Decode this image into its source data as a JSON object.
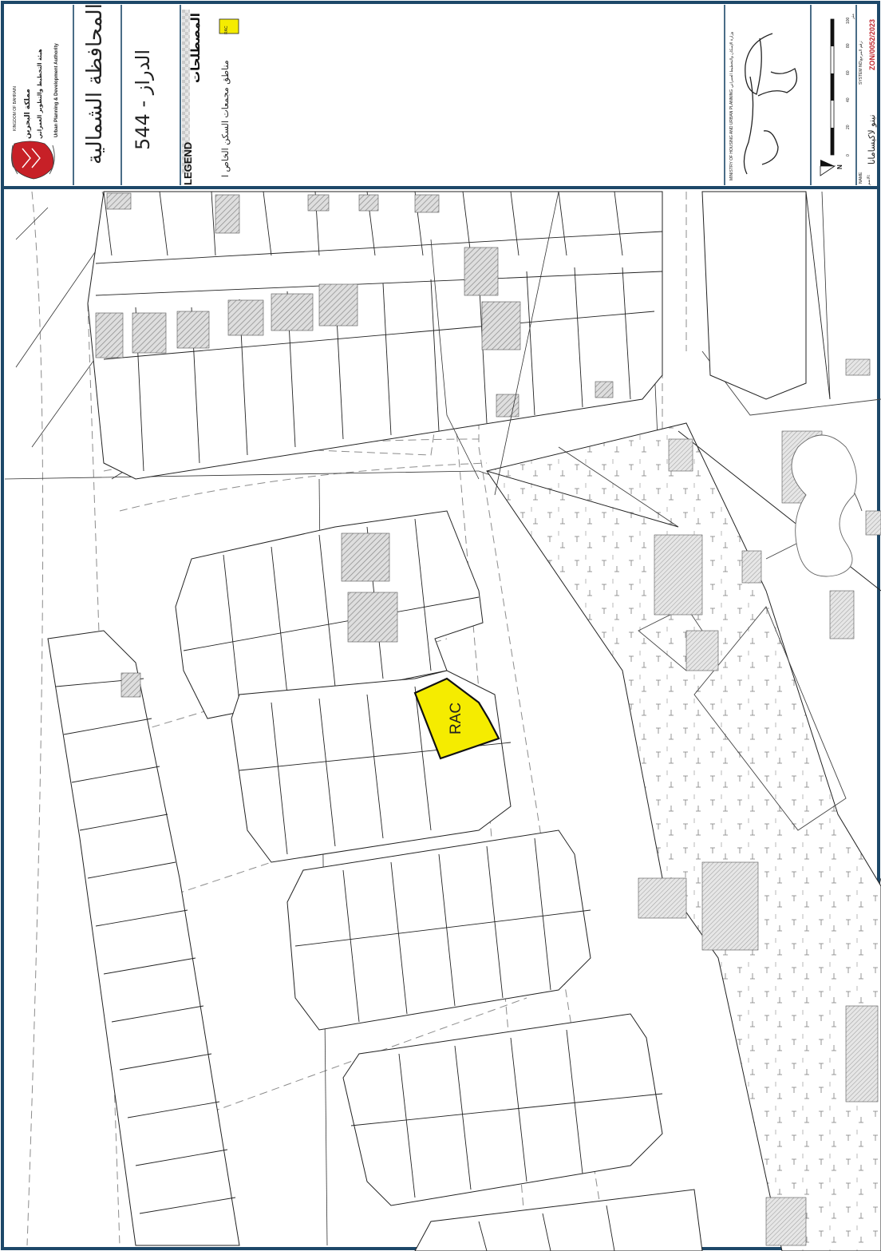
{
  "title_block": {
    "governorate": "المحافظة الشمالية",
    "area": "الدراز - 544",
    "legend_en": "LEGEND",
    "legend_ar": "المصطلحات",
    "legend_item": {
      "code": "RAC",
      "label": "مناطق مجمعات السكن الخاص ا",
      "color": "#f5ec00"
    },
    "authority": {
      "line1": "KINGDOM OF BAHRAIN",
      "line2": "مملكة البحرين",
      "line3": "هيئة التخطيط والتطوير العمراني",
      "line4": "Urban Planning & Development Authority"
    },
    "ministry_en": "MINISTRY OF HOUSING AND URBAN PLANNING",
    "ministry_ar": "وزارة الإسكان والتخطيط العمراني",
    "north": "N",
    "scale_unit": "متر",
    "scale_ticks": [
      "0",
      "20",
      "40",
      "60",
      "80",
      "100"
    ],
    "ref_label": "رقم المرجع:",
    "ref_label_en": "SYSTEM NO:",
    "ref_number": "ZON/0052/2023",
    "name_label": "الاسم:",
    "name_label_en": "NAME",
    "name_value": "نينو لاكيسامانا"
  },
  "map": {
    "parcel_label": "RAC",
    "colors": {
      "frame": "#1d4869",
      "highlight": "#f5ec00",
      "line": "#222222",
      "hatch": "#9a9a9a"
    }
  }
}
